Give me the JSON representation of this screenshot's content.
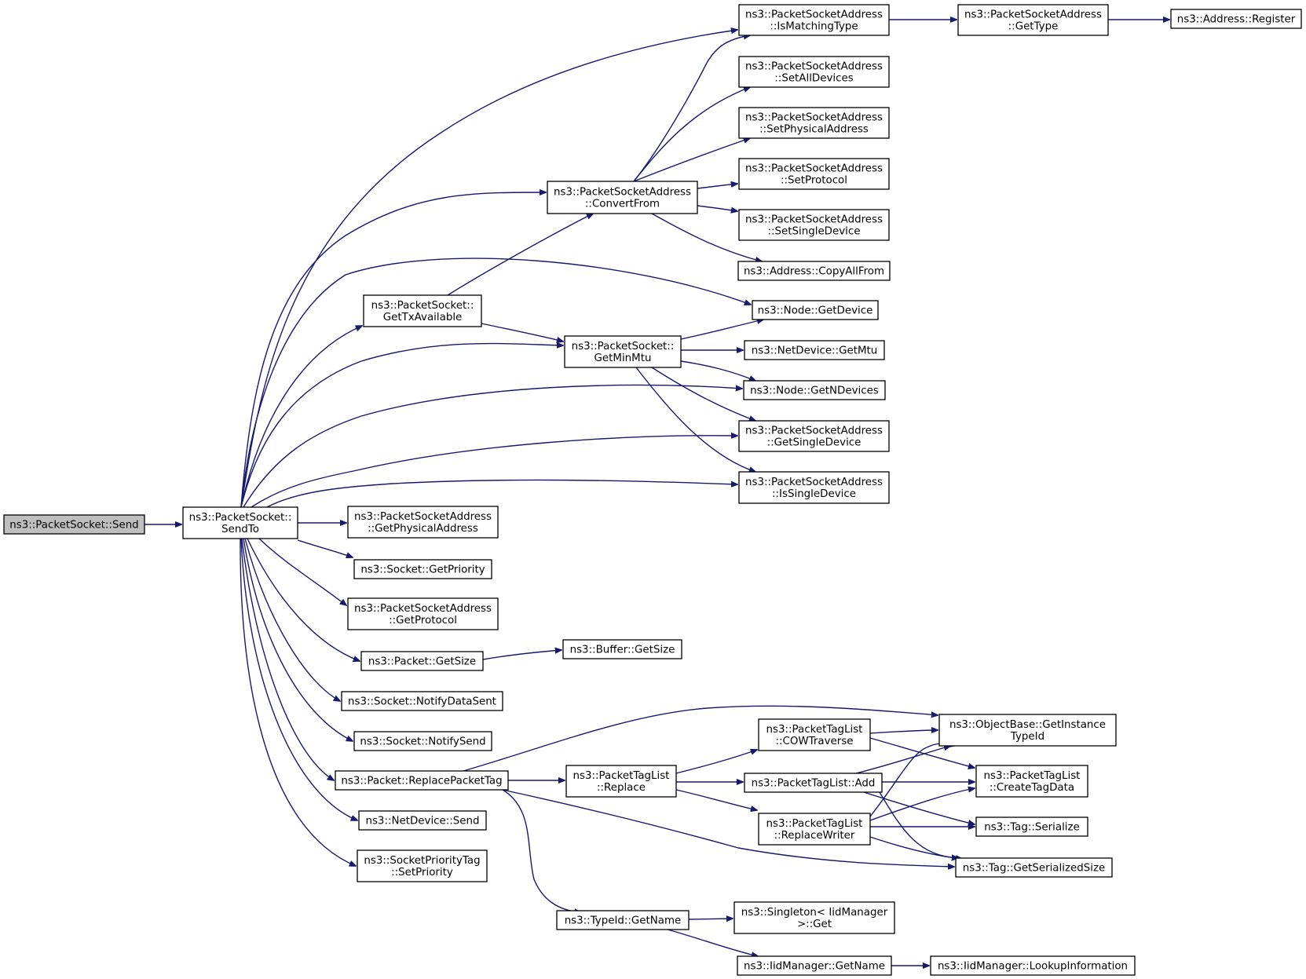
{
  "graph": {
    "nodes": [
      {
        "id": "send",
        "lines": [
          "ns3::PacketSocket::Send"
        ],
        "root": true
      },
      {
        "id": "sendto",
        "lines": [
          "ns3::PacketSocket::",
          "SendTo"
        ]
      },
      {
        "id": "ismatch",
        "lines": [
          "ns3::PacketSocketAddress",
          "::IsMatchingType"
        ]
      },
      {
        "id": "gettype",
        "lines": [
          "ns3::PacketSocketAddress",
          "::GetType"
        ]
      },
      {
        "id": "register",
        "lines": [
          "ns3::Address::Register"
        ]
      },
      {
        "id": "setall",
        "lines": [
          "ns3::PacketSocketAddress",
          "::SetAllDevices"
        ]
      },
      {
        "id": "setphys",
        "lines": [
          "ns3::PacketSocketAddress",
          "::SetPhysicalAddress"
        ]
      },
      {
        "id": "setproto",
        "lines": [
          "ns3::PacketSocketAddress",
          "::SetProtocol"
        ]
      },
      {
        "id": "convert",
        "lines": [
          "ns3::PacketSocketAddress",
          "::ConvertFrom"
        ]
      },
      {
        "id": "setsingle",
        "lines": [
          "ns3::PacketSocketAddress",
          "::SetSingleDevice"
        ]
      },
      {
        "id": "copyall",
        "lines": [
          "ns3::Address::CopyAllFrom"
        ]
      },
      {
        "id": "gettx",
        "lines": [
          "ns3::PacketSocket::",
          "GetTxAvailable"
        ]
      },
      {
        "id": "getdevice",
        "lines": [
          "ns3::Node::GetDevice"
        ]
      },
      {
        "id": "getminmtu",
        "lines": [
          "ns3::PacketSocket::",
          "GetMinMtu"
        ]
      },
      {
        "id": "getmtu",
        "lines": [
          "ns3::NetDevice::GetMtu"
        ]
      },
      {
        "id": "getndev",
        "lines": [
          "ns3::Node::GetNDevices"
        ]
      },
      {
        "id": "getsingle",
        "lines": [
          "ns3::PacketSocketAddress",
          "::GetSingleDevice"
        ]
      },
      {
        "id": "issingle",
        "lines": [
          "ns3::PacketSocketAddress",
          "::IsSingleDevice"
        ]
      },
      {
        "id": "getphysaddr",
        "lines": [
          "ns3::PacketSocketAddress",
          "::GetPhysicalAddress"
        ]
      },
      {
        "id": "getprio",
        "lines": [
          "ns3::Socket::GetPriority"
        ]
      },
      {
        "id": "getproto",
        "lines": [
          "ns3::PacketSocketAddress",
          "::GetProtocol"
        ]
      },
      {
        "id": "pktgetsize",
        "lines": [
          "ns3::Packet::GetSize"
        ]
      },
      {
        "id": "bufgetsize",
        "lines": [
          "ns3::Buffer::GetSize"
        ]
      },
      {
        "id": "notifydata",
        "lines": [
          "ns3::Socket::NotifyDataSent"
        ]
      },
      {
        "id": "notifysend",
        "lines": [
          "ns3::Socket::NotifySend"
        ]
      },
      {
        "id": "replacetag",
        "lines": [
          "ns3::Packet::ReplacePacketTag"
        ]
      },
      {
        "id": "netsend",
        "lines": [
          "ns3::NetDevice::Send"
        ]
      },
      {
        "id": "setprio",
        "lines": [
          "ns3::SocketPriorityTag",
          "::SetPriority"
        ]
      },
      {
        "id": "objinst",
        "lines": [
          "ns3::ObjectBase::GetInstance",
          "TypeId"
        ]
      },
      {
        "id": "cowtrav",
        "lines": [
          "ns3::PacketTagList",
          "::COWTraverse"
        ]
      },
      {
        "id": "ptlreplace",
        "lines": [
          "ns3::PacketTagList",
          "::Replace"
        ]
      },
      {
        "id": "ptladd",
        "lines": [
          "ns3::PacketTagList::Add"
        ]
      },
      {
        "id": "createtag",
        "lines": [
          "ns3::PacketTagList",
          "::CreateTagData"
        ]
      },
      {
        "id": "tagser",
        "lines": [
          "ns3::Tag::Serialize"
        ]
      },
      {
        "id": "replwriter",
        "lines": [
          "ns3::PacketTagList",
          "::ReplaceWriter"
        ]
      },
      {
        "id": "tagsersize",
        "lines": [
          "ns3::Tag::GetSerializedSize"
        ]
      },
      {
        "id": "typename",
        "lines": [
          "ns3::TypeId::GetName"
        ]
      },
      {
        "id": "singleton",
        "lines": [
          "ns3::Singleton< IidManager",
          ">::Get"
        ]
      },
      {
        "id": "iidname",
        "lines": [
          "ns3::IidManager::GetName"
        ]
      },
      {
        "id": "lookup",
        "lines": [
          "ns3::IidManager::LookupInformation"
        ]
      }
    ],
    "edges": [
      [
        "send",
        "sendto"
      ],
      [
        "sendto",
        "ismatch"
      ],
      [
        "sendto",
        "convert"
      ],
      [
        "sendto",
        "getdevice"
      ],
      [
        "sendto",
        "gettx"
      ],
      [
        "sendto",
        "getminmtu"
      ],
      [
        "sendto",
        "getndev"
      ],
      [
        "sendto",
        "getsingle"
      ],
      [
        "sendto",
        "issingle"
      ],
      [
        "sendto",
        "getphysaddr"
      ],
      [
        "sendto",
        "getprio"
      ],
      [
        "sendto",
        "getproto"
      ],
      [
        "sendto",
        "pktgetsize"
      ],
      [
        "sendto",
        "notifydata"
      ],
      [
        "sendto",
        "notifysend"
      ],
      [
        "sendto",
        "replacetag"
      ],
      [
        "sendto",
        "netsend"
      ],
      [
        "sendto",
        "setprio"
      ],
      [
        "ismatch",
        "gettype"
      ],
      [
        "gettype",
        "register"
      ],
      [
        "convert",
        "ismatch"
      ],
      [
        "convert",
        "setall"
      ],
      [
        "convert",
        "setphys"
      ],
      [
        "convert",
        "setproto"
      ],
      [
        "convert",
        "setsingle"
      ],
      [
        "convert",
        "copyall"
      ],
      [
        "gettx",
        "convert"
      ],
      [
        "gettx",
        "getminmtu"
      ],
      [
        "getminmtu",
        "getdevice"
      ],
      [
        "getminmtu",
        "getmtu"
      ],
      [
        "getminmtu",
        "getndev"
      ],
      [
        "getminmtu",
        "getsingle"
      ],
      [
        "getminmtu",
        "issingle"
      ],
      [
        "pktgetsize",
        "bufgetsize"
      ],
      [
        "replacetag",
        "objinst"
      ],
      [
        "replacetag",
        "ptlreplace"
      ],
      [
        "replacetag",
        "tagsersize"
      ],
      [
        "replacetag",
        "typename"
      ],
      [
        "ptlreplace",
        "cowtrav"
      ],
      [
        "ptlreplace",
        "ptladd"
      ],
      [
        "ptlreplace",
        "replwriter"
      ],
      [
        "cowtrav",
        "objinst"
      ],
      [
        "cowtrav",
        "createtag"
      ],
      [
        "ptladd",
        "objinst"
      ],
      [
        "ptladd",
        "createtag"
      ],
      [
        "ptladd",
        "tagser"
      ],
      [
        "ptladd",
        "tagsersize"
      ],
      [
        "replwriter",
        "objinst"
      ],
      [
        "replwriter",
        "createtag"
      ],
      [
        "replwriter",
        "tagser"
      ],
      [
        "replwriter",
        "tagsersize"
      ],
      [
        "typename",
        "singleton"
      ],
      [
        "typename",
        "iidname"
      ],
      [
        "iidname",
        "lookup"
      ]
    ]
  }
}
